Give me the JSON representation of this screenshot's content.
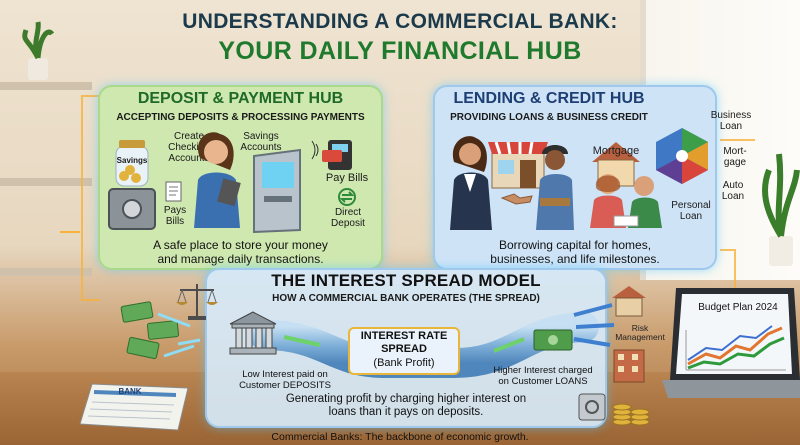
{
  "title": {
    "line1": "UNDERSTANDING A COMMERCIAL BANK:",
    "line2": "YOUR DAILY FINANCIAL HUB"
  },
  "deposit_hub": {
    "title": "DEPOSIT & PAYMENT HUB",
    "subtitle": "ACCEPTING DEPOSITS & PROCESSING PAYMENTS",
    "jar_label": "Savings",
    "labels": {
      "checking": "Create\nChecking\nAccounts",
      "savings": "Savings\nAccounts",
      "pay_bills_left": "Pays\nBills",
      "pay_bills_right": "Pay Bills",
      "direct_deposit": "Direct\nDeposit"
    },
    "caption": "A safe place to store your money\nand manage daily transactions."
  },
  "lending_hub": {
    "title": "LENDING & CREDIT HUB",
    "subtitle": "PROVIDING LOANS & BUSINESS CREDIT",
    "mortgage_label": "Mortgage",
    "wheel_labels": {
      "business": "Business\nLoan",
      "mortgage": "Mort-\ngage",
      "auto": "Auto\nLoan",
      "personal": "Personal\nLoan"
    },
    "caption": "Borrowing capital for homes,\nbusinesses, and life milestones."
  },
  "spread_model": {
    "title": "THE INTEREST SPREAD MODEL",
    "subtitle": "HOW A COMMERCIAL BANK OPERATES (THE SPREAD)",
    "spread_box": "INTEREST RATE\nSPREAD",
    "spread_sub": "(Bank Profit)",
    "low_label": "Low Interest paid on\nCustomer DEPOSITS",
    "high_label": "Higher Interest charged\non Customer LOANS",
    "risk_label": "Risk\nManagement",
    "caption": "Generating profit by charging higher interest on\nloans than it pays on deposits."
  },
  "laptop": {
    "title": "Budget Plan 2024"
  },
  "notebook_label": "BANK",
  "footer": "Commercial Banks: The backbone of economic growth.",
  "colors": {
    "title_dark": "#1b3a4b",
    "title_green": "#1f7a2e",
    "deposit_panel": "#cfe8b0",
    "lending_panel": "#cfe3f6",
    "spread_panel": "#d6e9f8",
    "glow": "#5fd0ff",
    "lending_title": "#1d3f73",
    "deposit_title": "#1f6a26"
  }
}
